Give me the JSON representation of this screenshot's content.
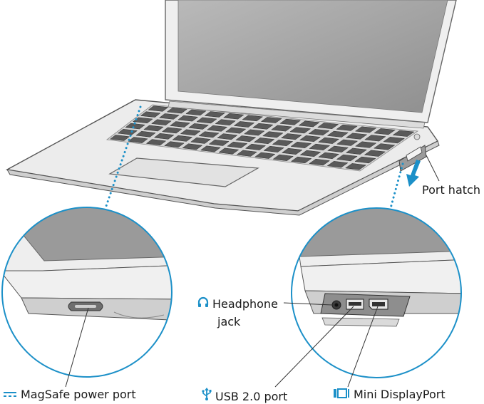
{
  "labels": {
    "port_hatch": "Port hatch",
    "headphone_line1": "Headphone",
    "headphone_line2": "jack",
    "magsafe": "MagSafe power port",
    "usb": "USB 2.0 port",
    "displayport": "Mini DisplayPort"
  },
  "icons": {
    "headphone": "headphone-icon",
    "magsafe": "magsafe-icon",
    "usb": "usb-icon",
    "displayport": "mini-displayport-icon"
  },
  "colors": {
    "accent": "#1c90c8",
    "outline": "#555555",
    "screen": "#9a9a9a",
    "body": "#e9e9e9"
  }
}
